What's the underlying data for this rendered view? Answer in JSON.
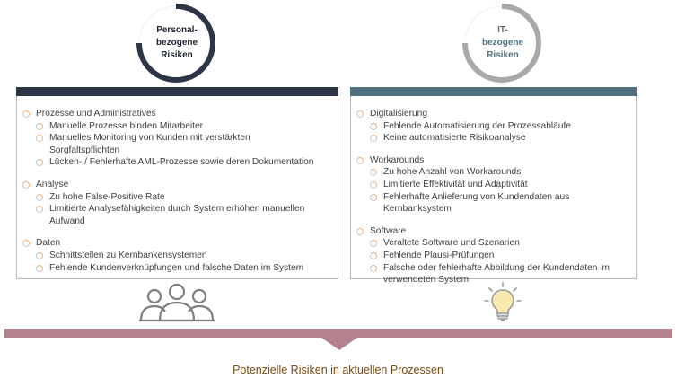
{
  "left": {
    "heading_lines": [
      "Personal-",
      "bezogene",
      "Risiken"
    ],
    "colors": {
      "ring": "#2e3547",
      "bar": "#2e3547",
      "text": "#1f2433"
    },
    "groups": [
      {
        "title": "Prozesse und Administratives",
        "items": [
          [
            "Manuelle Prozesse binden Mitarbeiter"
          ],
          [
            "Manuelles Monitoring von Kunden mit verstärkten",
            "Sorgfaltspflichten"
          ],
          [
            "Lücken- / Fehlerhafte AML-Prozesse sowie deren Dokumentation"
          ]
        ]
      },
      {
        "title": "Analyse",
        "items": [
          [
            "Zu hohe False-Positive Rate"
          ],
          [
            "Limitierte Analysefähigkeiten durch System erhöhen manuellen",
            "Aufwand"
          ]
        ]
      },
      {
        "title": "Daten",
        "items": [
          [
            "Schnittstellen zu Kernbankensystemen"
          ],
          [
            "Fehlende Kundenverknüpfungen und falsche Daten im System"
          ]
        ]
      }
    ],
    "icon": "people-group-icon"
  },
  "right": {
    "heading_lines": [
      "IT-",
      "bezogene",
      "Risiken"
    ],
    "colors": {
      "ring": "#a9a9a9",
      "bar": "#52717f",
      "text": "#52717f"
    },
    "groups": [
      {
        "title": "Digitalisierung",
        "items": [
          [
            "Fehlende Automatisierung der Prozessabläufe"
          ],
          [
            "Keine automatisierte Risikoanalyse"
          ]
        ]
      },
      {
        "title": "Workarounds",
        "items": [
          [
            "Zu hohe Anzahl von Workarounds"
          ],
          [
            "Limitierte Effektivität und Adaptivität"
          ],
          [
            "Fehlerhafte Anlieferung von Kundendaten aus Kernbanksystem"
          ]
        ]
      },
      {
        "title": "Software",
        "items": [
          [
            "Veraltete Software und Szenarien"
          ],
          [
            "Fehlende Plausi-Prüfungen"
          ],
          [
            "Falsche oder fehlerhafte Abbildung der Kundendaten im",
            "verwendeten System"
          ]
        ]
      }
    ],
    "icon": "lightbulb-icon"
  },
  "footer": {
    "caption": "Potenzielle Risiken in aktuellen Prozessen",
    "color": "#b4818f"
  }
}
